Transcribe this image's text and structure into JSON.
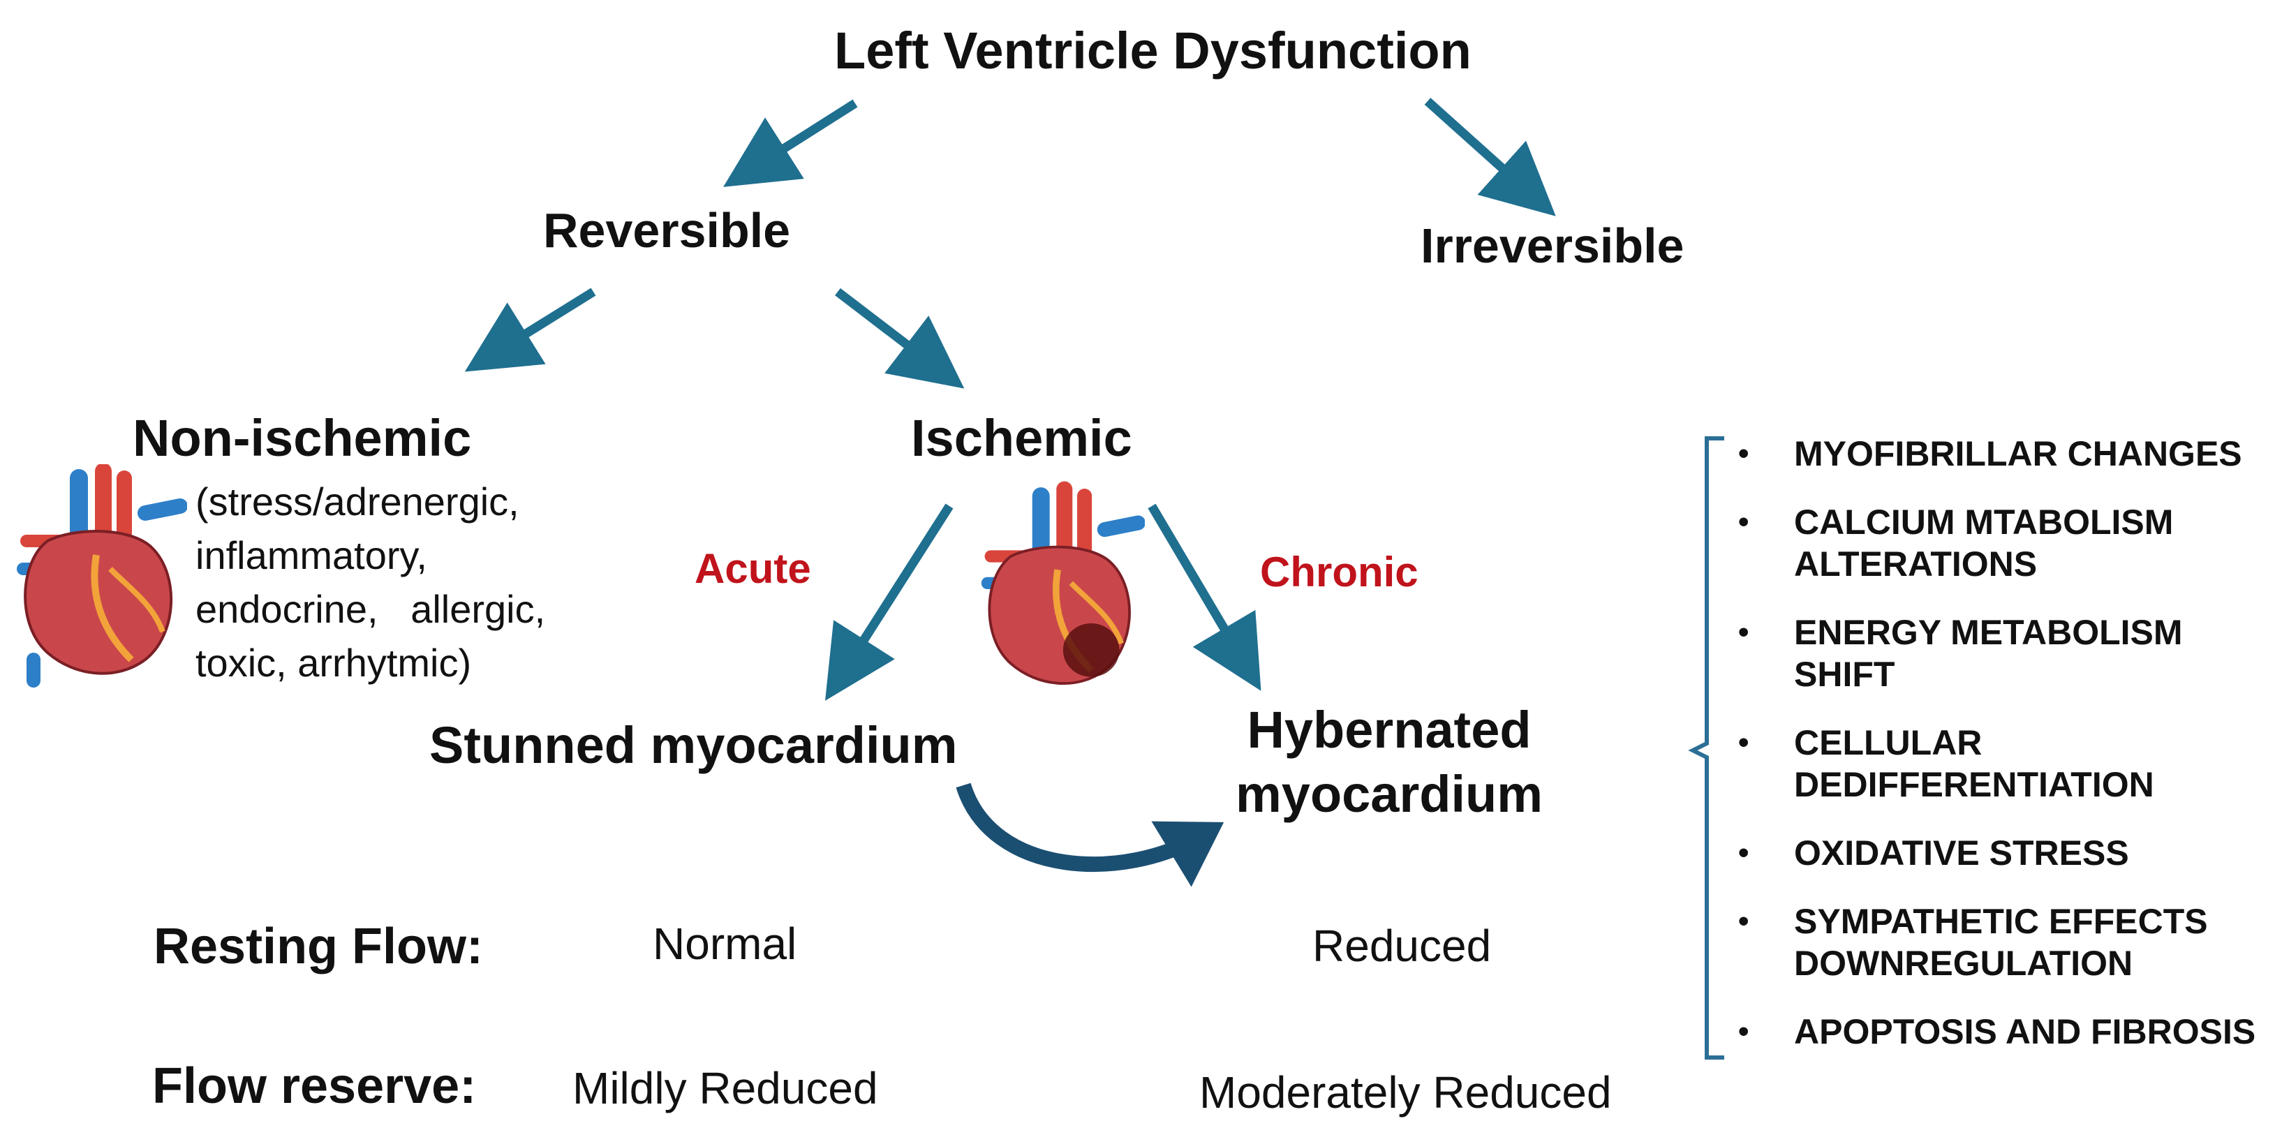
{
  "root": "Left Ventricle Dysfunction",
  "level1": {
    "reversible": "Reversible",
    "irreversible": "Irreversible"
  },
  "level2": {
    "non_ischemic": "Non-ischemic",
    "non_ischemic_causes": [
      "(stress/adrenergic,",
      "inflammatory,",
      "endocrine,   allergic,",
      "toxic, arrhytmic)"
    ],
    "ischemic": "Ischemic"
  },
  "ischemic_branches": {
    "acute": "Acute",
    "chronic": "Chronic",
    "stunned": "Stunned myocardium",
    "hybernated": [
      "Hybernated",
      "myocardium"
    ]
  },
  "table": {
    "resting_flow": {
      "label": "Resting Flow:",
      "stunned": "Normal",
      "hybernated": "Reduced"
    },
    "flow_reserve": {
      "label": "Flow reserve:",
      "stunned": "Mildly Reduced",
      "hybernated": "Moderately Reduced"
    }
  },
  "mechanisms": [
    "MYOFIBRILLAR CHANGES",
    "CALCIUM MTABOLISM ALTERATIONS",
    "ENERGY METABOLISM SHIFT",
    "CELLULAR DEDIFFERENTIATION",
    "OXIDATIVE STRESS",
    "SYMPATHETIC EFFECTS DOWNREGULATION",
    "APOPTOSIS AND FIBROSIS"
  ],
  "colors": {
    "arrow": "#1f6f8f",
    "label_red": "#c0131b",
    "brace": "#2b6f96",
    "text": "#111111"
  }
}
